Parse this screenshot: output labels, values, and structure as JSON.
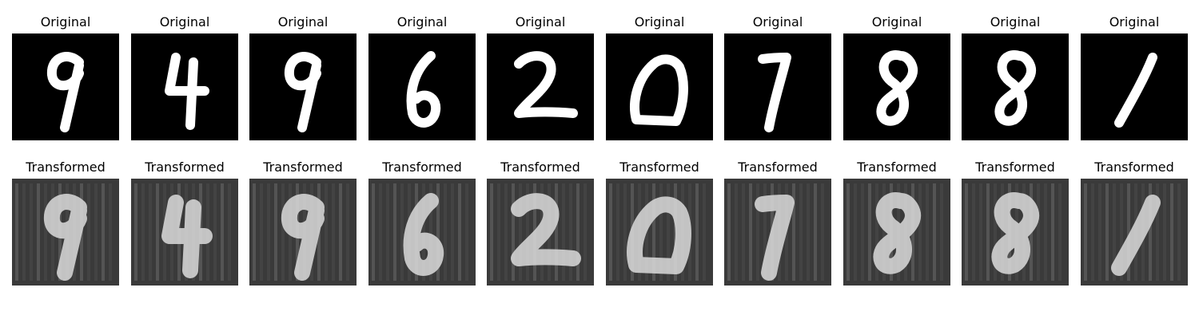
{
  "rows": [
    {
      "title": "Original",
      "items": [
        {
          "digit": "9",
          "style": "mnist"
        },
        {
          "digit": "4",
          "style": "mnist"
        },
        {
          "digit": "9",
          "style": "mnist"
        },
        {
          "digit": "6",
          "style": "mnist"
        },
        {
          "digit": "2",
          "style": "mnist"
        },
        {
          "digit": "0",
          "style": "mnist"
        },
        {
          "digit": "7",
          "style": "mnist"
        },
        {
          "digit": "8",
          "style": "mnist"
        },
        {
          "digit": "8",
          "style": "mnist"
        },
        {
          "digit": "1",
          "style": "mnist"
        }
      ]
    },
    {
      "title": "Transformed",
      "items": [
        {
          "digit": "9",
          "style": "svhn"
        },
        {
          "digit": "4",
          "style": "svhn"
        },
        {
          "digit": "9",
          "style": "svhn"
        },
        {
          "digit": "6",
          "style": "svhn"
        },
        {
          "digit": "2",
          "style": "svhn"
        },
        {
          "digit": "0",
          "style": "svhn"
        },
        {
          "digit": "7",
          "style": "svhn"
        },
        {
          "digit": "8",
          "style": "svhn"
        },
        {
          "digit": "8",
          "style": "svhn"
        },
        {
          "digit": "1",
          "style": "svhn"
        }
      ]
    }
  ],
  "colors": {
    "mnist_background": "#000000",
    "mnist_stroke": "#ffffff",
    "svhn_background": "#3a3a3a",
    "svhn_stroke": "#dcdcdc"
  }
}
